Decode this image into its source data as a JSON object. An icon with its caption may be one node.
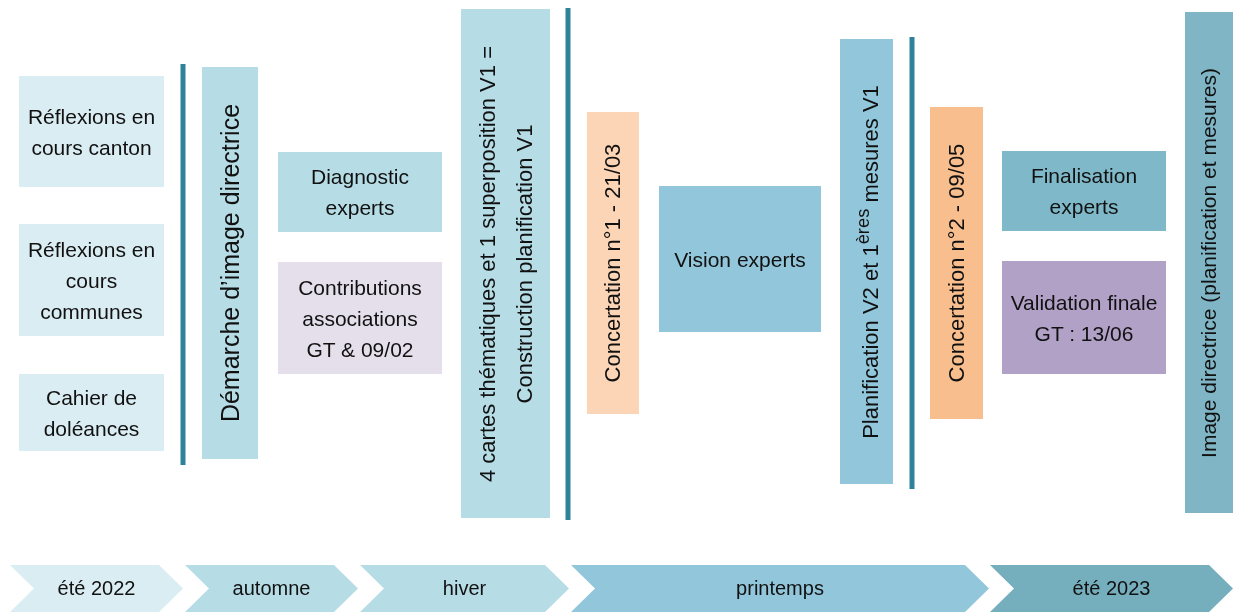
{
  "diagram": {
    "nodes": [
      {
        "text": [
          "Réflexions en cours canton"
        ]
      },
      {
        "text": [
          "Réflexions en cours communes"
        ]
      },
      {
        "text": [
          "Cahier de doléances"
        ]
      },
      {
        "text": [
          "Démarche d’image directrice"
        ]
      },
      {
        "text": [
          "Diagnostic experts"
        ]
      },
      {
        "text": [
          "Contributions associations GT & 09/02"
        ]
      },
      {
        "text": [
          "4 cartes thématiques et 1 superposition V1 = Construction planification V1"
        ]
      },
      {
        "text": [
          "Concertation n°1 - 21/03"
        ]
      },
      {
        "text": [
          "Vision experts"
        ]
      },
      {
        "text": [
          "Planification V2 et 1$^{ères}$ mesures V1"
        ]
      },
      {
        "text": [
          "Concertation n°2 - 09/05"
        ]
      },
      {
        "text": [
          "Finalisation experts"
        ]
      },
      {
        "text": [
          "Validation finale GT : 13/06"
        ]
      },
      {
        "text": [
          "Image directrice (planification et mesures)"
        ]
      },
      {
        "text": [
          "été 2022"
        ]
      },
      {
        "text": [
          "automne"
        ]
      },
      {
        "text": [
          "hiver"
        ]
      },
      {
        "text": [
          "printemps"
        ]
      },
      {
        "text": [
          "été 2023"
        ]
      }
    ],
    "edges": []
  }
}
